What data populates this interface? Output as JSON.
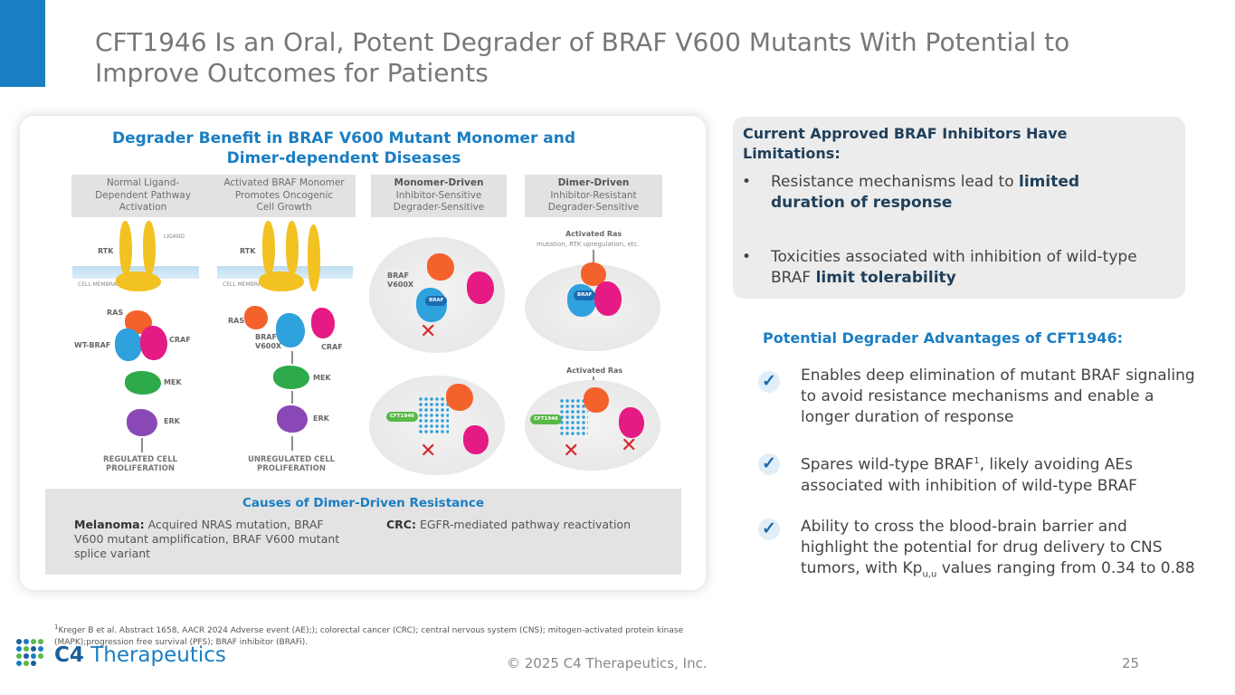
{
  "slide": {
    "title": "CFT1946 Is an Oral, Potent Degrader of BRAF V600 Mutants With Potential to Improve Outcomes for Patients",
    "accent_color": "#1a7ec3"
  },
  "figure": {
    "title_line1": "Degrader Benefit in BRAF V600 Mutant Monomer and",
    "title_line2": "Dimer-dependent Diseases",
    "columns": [
      {
        "line1": "Normal Ligand-",
        "line2": "Dependent Pathway",
        "line3": "Activation",
        "bold": ""
      },
      {
        "line1": "Activated BRAF Monomer",
        "line2": "Promotes Oncogenic",
        "line3": "Cell Growth",
        "bold": ""
      },
      {
        "bold": "Monomer-Driven",
        "line2": "Inhibitor-Sensitive",
        "line3": "Degrader-Sensitive"
      },
      {
        "bold": "Dimer-Driven",
        "line2": "Inhibitor-Resistant",
        "line3": "Degrader-Sensitive"
      }
    ],
    "labels": {
      "rtk": "RTK",
      "ligand": "LIGAND",
      "cell_membrane": "CELL MEMBRANE",
      "ras": "RAS",
      "wt_braf": "WT-BRAF",
      "craf": "CRAF",
      "mek": "MEK",
      "erk": "ERK",
      "braf_v600x_l1": "BRAF",
      "braf_v600x_l2": "V600X",
      "braf_chip": "BRAF",
      "regulated_l1": "REGULATED CELL",
      "regulated_l2": "PROLIFERATION",
      "unregulated_l1": "UNREGULATED CELL",
      "unregulated_l2": "PROLIFERATION",
      "activated_ras": "Activated Ras",
      "activated_ras_sub": "mutation, RTK upregulation, etc.",
      "cft1946": "CFT1946"
    },
    "causes": {
      "title": "Causes of Dimer-Driven Resistance",
      "melanoma_label": "Melanoma:",
      "melanoma_text": " Acquired NRAS mutation, BRAF V600 mutant amplification, BRAF V600 mutant splice variant",
      "crc_label": "CRC:",
      "crc_text": " EGFR-mediated pathway reactivation"
    }
  },
  "limitations": {
    "title": "Current Approved BRAF Inhibitors Have Limitations:",
    "bullet_char": "•",
    "items": [
      {
        "text": "Resistance mechanisms lead to ",
        "bold": "limited duration of response"
      },
      {
        "text": "Toxicities associated with inhibition of wild-type BRAF ",
        "bold": "limit tolerability"
      }
    ]
  },
  "advantages": {
    "title": "Potential Degrader Advantages of CFT1946:",
    "check_glyph": "✓",
    "item1": "Enables deep elimination of mutant BRAF signaling to avoid resistance mechanisms and enable a longer duration of response",
    "item2_a": "Spares wild-type BRAF",
    "item2_sup": "1",
    "item2_b": ", likely avoiding AEs associated with inhibition of wild-type BRAF",
    "item3_a": "Ability to cross the blood-brain barrier and highlight the potential for drug delivery to CNS tumors, with Kp",
    "item3_sub": "u,u",
    "item3_b": " values ranging from 0.34 to 0.88"
  },
  "footer": {
    "footnote_sup": "1",
    "footnote": "Kreger B et al. Abstract 1658, AACR 2024 Adverse event (AE);); colorectal cancer (CRC); central nervous system (CNS); mitogen-activated protein kinase (MAPK);progression free survival (PFS); BRAF inhibitor (BRAFi).",
    "logo_c4": "C4",
    "logo_name": " Therapeutics",
    "copyright": "© 2025 C4 Therapeutics, Inc.",
    "page_number": "25"
  }
}
